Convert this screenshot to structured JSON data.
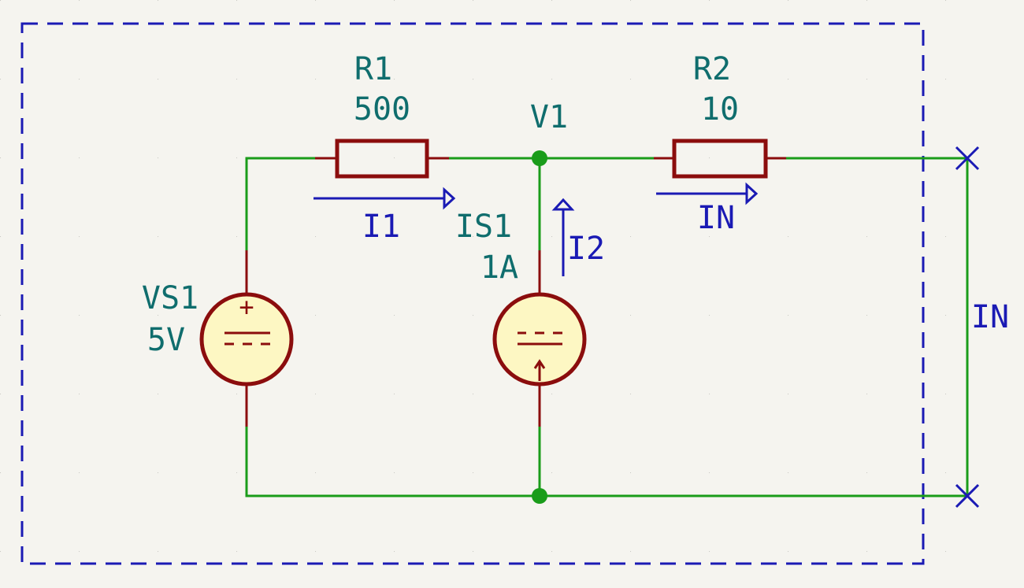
{
  "colors": {
    "background": "#f5f4ef",
    "wire": "#1a9c1a",
    "component_body": "#8b0d0d",
    "source_fill": "#fdf7c3",
    "reference_text": "#0f6d6d",
    "annotation": "#1a1ab4",
    "frame": "#1a1ab4"
  },
  "components": {
    "r1": {
      "ref": "R1",
      "value": "500"
    },
    "r2": {
      "ref": "R2",
      "value": "10"
    },
    "vs1": {
      "ref": "VS1",
      "value": "5V",
      "polarity": "+"
    },
    "is1": {
      "ref": "IS1",
      "value": "1A"
    }
  },
  "nets": {
    "v1": "V1"
  },
  "annotations": {
    "i1": "I1",
    "i2": "I2",
    "in_current": "IN",
    "in_port": "IN"
  }
}
